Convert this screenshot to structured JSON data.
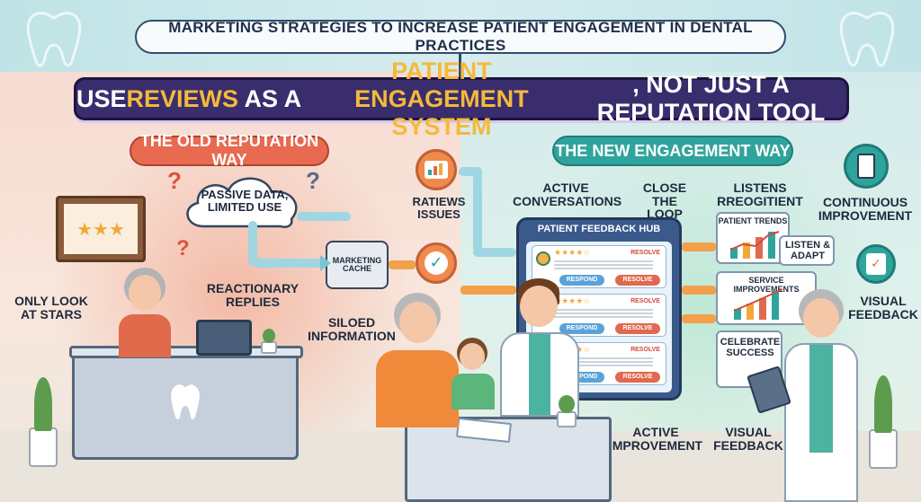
{
  "header": {
    "top_title": "MARKETING STRATEGIES TO INCREASE PATIENT ENGAGEMENT IN DENTAL PRACTICES",
    "banner_part1": "USE ",
    "banner_highlight1": "REVIEWS",
    "banner_part2": " AS A ",
    "banner_highlight2": "PATIENT ENGAGEMENT SYSTEM",
    "banner_part3": ", NOT JUST A REPUTATION TOOL"
  },
  "old_way": {
    "title": "THE OLD REPUTATION WAY",
    "passive_data": "PASSIVE DATA, LIMITED USE",
    "only_look": "ONLY LOOK AT STARS",
    "reactionary": "REACTIONARY REPLIES",
    "marketing_cache": "MARKETING CACHE",
    "siloed": "SILOED INFORMATION",
    "question_mark": "?"
  },
  "new_way": {
    "title": "THE NEW ENGAGEMENT WAY",
    "ratiews": "RATIEWS ISSUES",
    "active_conversations": "ACTIVE CONVERSATIONS",
    "close_loop": "CLOSE THE LOOP",
    "listens": "LISTENS RREOGITIENT",
    "continuous": "CONTINUOUS IMPROVEMENT",
    "listen_adapt": "LISTEN & ADAPT",
    "visual_feedback_right": "VISUAL FEEDBACK",
    "active_improvement": "ACTIVE IMPROVEMENT",
    "visual_feedback_bottom": "VISUAL FEEDBACK",
    "patient_trends": "PATIENT TRENDS",
    "service_improvements": "SERVICE IMPROVEMENTS",
    "celebrate": "CELEBRATE SUCCESS"
  },
  "hub": {
    "title": "PATIENT FEEDBACK HUB",
    "stars": "★★★★☆",
    "resolve_tag": "RESOLVE",
    "respond": "RESPOND",
    "resolve": "RESOLVE"
  },
  "colors": {
    "banner": "#3a2d6e",
    "highlight": "#f5b93a",
    "old_accent": "#e86a50",
    "new_accent": "#2fa49c"
  },
  "icons": [
    "tooth-icon",
    "star-rating-icon",
    "cloud-icon",
    "chart-icon",
    "check-icon",
    "tablet-icon",
    "clipboard-icon",
    "plant-icon"
  ]
}
